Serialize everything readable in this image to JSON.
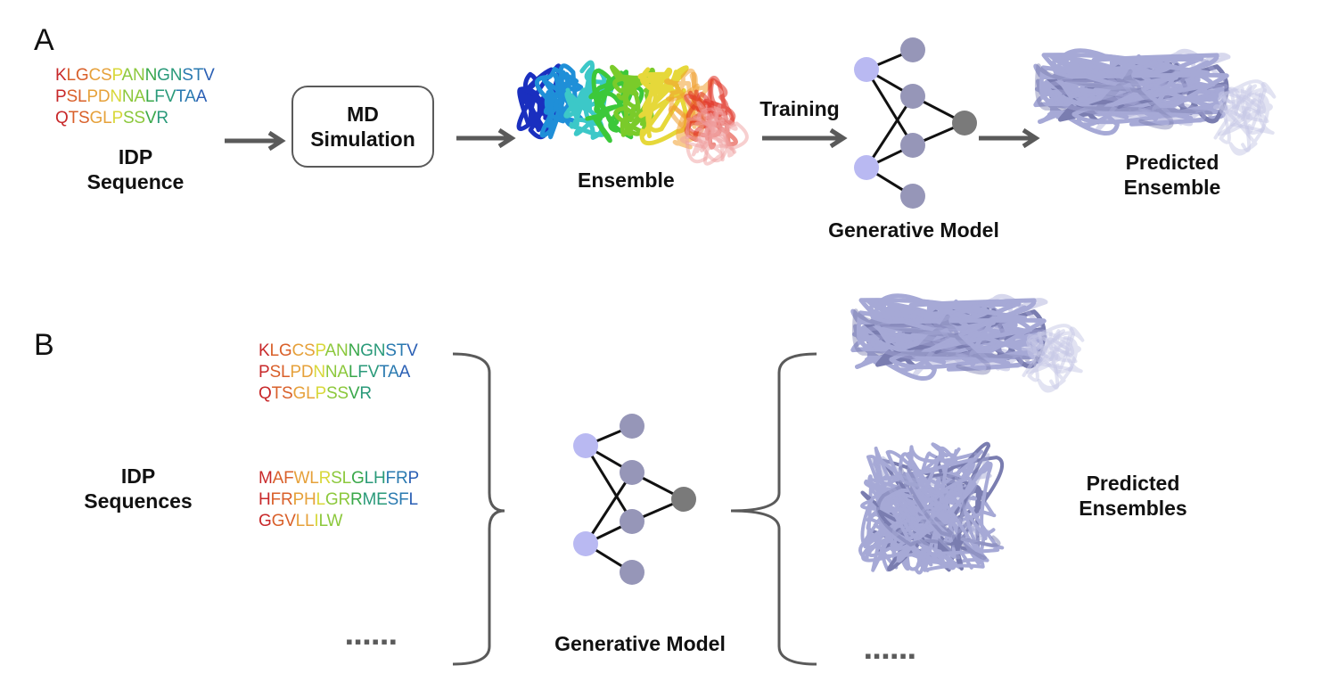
{
  "panel_a": {
    "letter": "A",
    "sequence_lines": [
      "KLGCSPANNGNSTV",
      "PSLPDNNALFVTAA",
      "QTSGLPSSVR"
    ],
    "sequence_label_line1": "IDP",
    "sequence_label_line2": "Sequence",
    "md_box_line1": "MD",
    "md_box_line2": "Simulation",
    "ensemble_label": "Ensemble",
    "training_label": "Training",
    "model_label": "Generative Model",
    "predicted_label_line1": "Predicted",
    "predicted_label_line2": "Ensemble"
  },
  "panel_b": {
    "letter": "B",
    "sequences_label_line1": "IDP",
    "sequences_label_line2": "Sequences",
    "sequence_groups": [
      [
        "KLGCSPANNGNSTV",
        "PSLPDNNALFVTAA",
        "QTSGLPSSVR"
      ],
      [
        "MAFWLRSLGLHFRP",
        "HFRPHLGRRMESFL",
        "GGVLLILW"
      ]
    ],
    "ellipsis_left": "▪▪▪▪▪▪",
    "model_label": "Generative Model",
    "predicted_label_line1": "Predicted",
    "predicted_label_line2": "Ensembles",
    "ellipsis_right": "▪▪▪▪▪▪"
  },
  "colors": {
    "arrow": "#5a5a5a",
    "input_node": "#b9b9f2",
    "hidden_node": "#9696b8",
    "output_node": "#7a7a7a",
    "edge": "#111111",
    "predicted_tube": "#a6a9d6",
    "sequence_gradient": [
      "#c8282a",
      "#d9602a",
      "#e6a13a",
      "#d8d83a",
      "#8cc83c",
      "#3aa84a",
      "#2a9a7a",
      "#2a7ab0",
      "#2a5fb4"
    ],
    "ensemble_gradient": [
      "#1a2fbf",
      "#1f8fd8",
      "#3cc8c8",
      "#3cc83a",
      "#7acb2a",
      "#e6d83a",
      "#f0a030",
      "#e03020"
    ]
  }
}
